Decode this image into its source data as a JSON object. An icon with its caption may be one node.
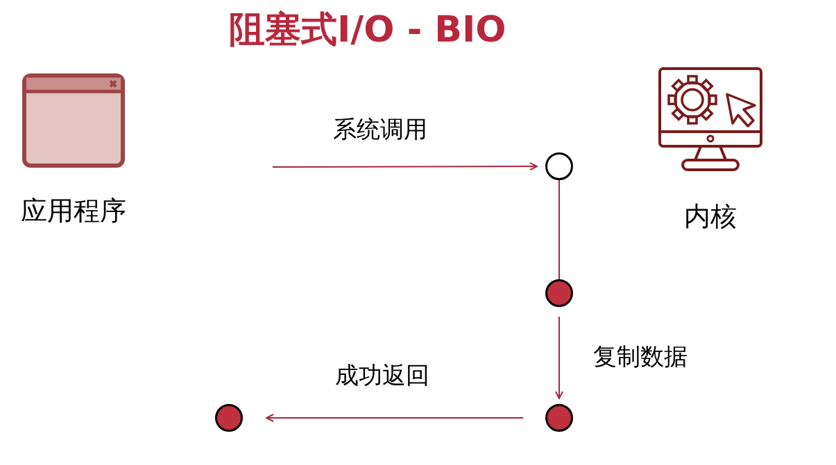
{
  "diagram": {
    "title": "阻塞式I/O - BIO",
    "nodes": [
      {
        "text": [
          "应用程序"
        ]
      },
      {
        "text": [
          "内核"
        ]
      },
      {
        "text": [],
        "shape": "circle"
      },
      {
        "text": [],
        "shape": "dot"
      },
      {
        "text": [],
        "shape": "dot"
      },
      {
        "text": [],
        "shape": "dot"
      }
    ],
    "edges": [
      {
        "from": null,
        "to": 2,
        "arrow": "to",
        "label": "系统调用"
      },
      {
        "from": 2,
        "to": 3,
        "arrow": "none"
      },
      {
        "from": 3,
        "to": 4,
        "arrow": "to",
        "label": "复制数据"
      },
      {
        "from": 4,
        "to": 5,
        "arrow": "to",
        "label": "成功返回"
      }
    ]
  }
}
